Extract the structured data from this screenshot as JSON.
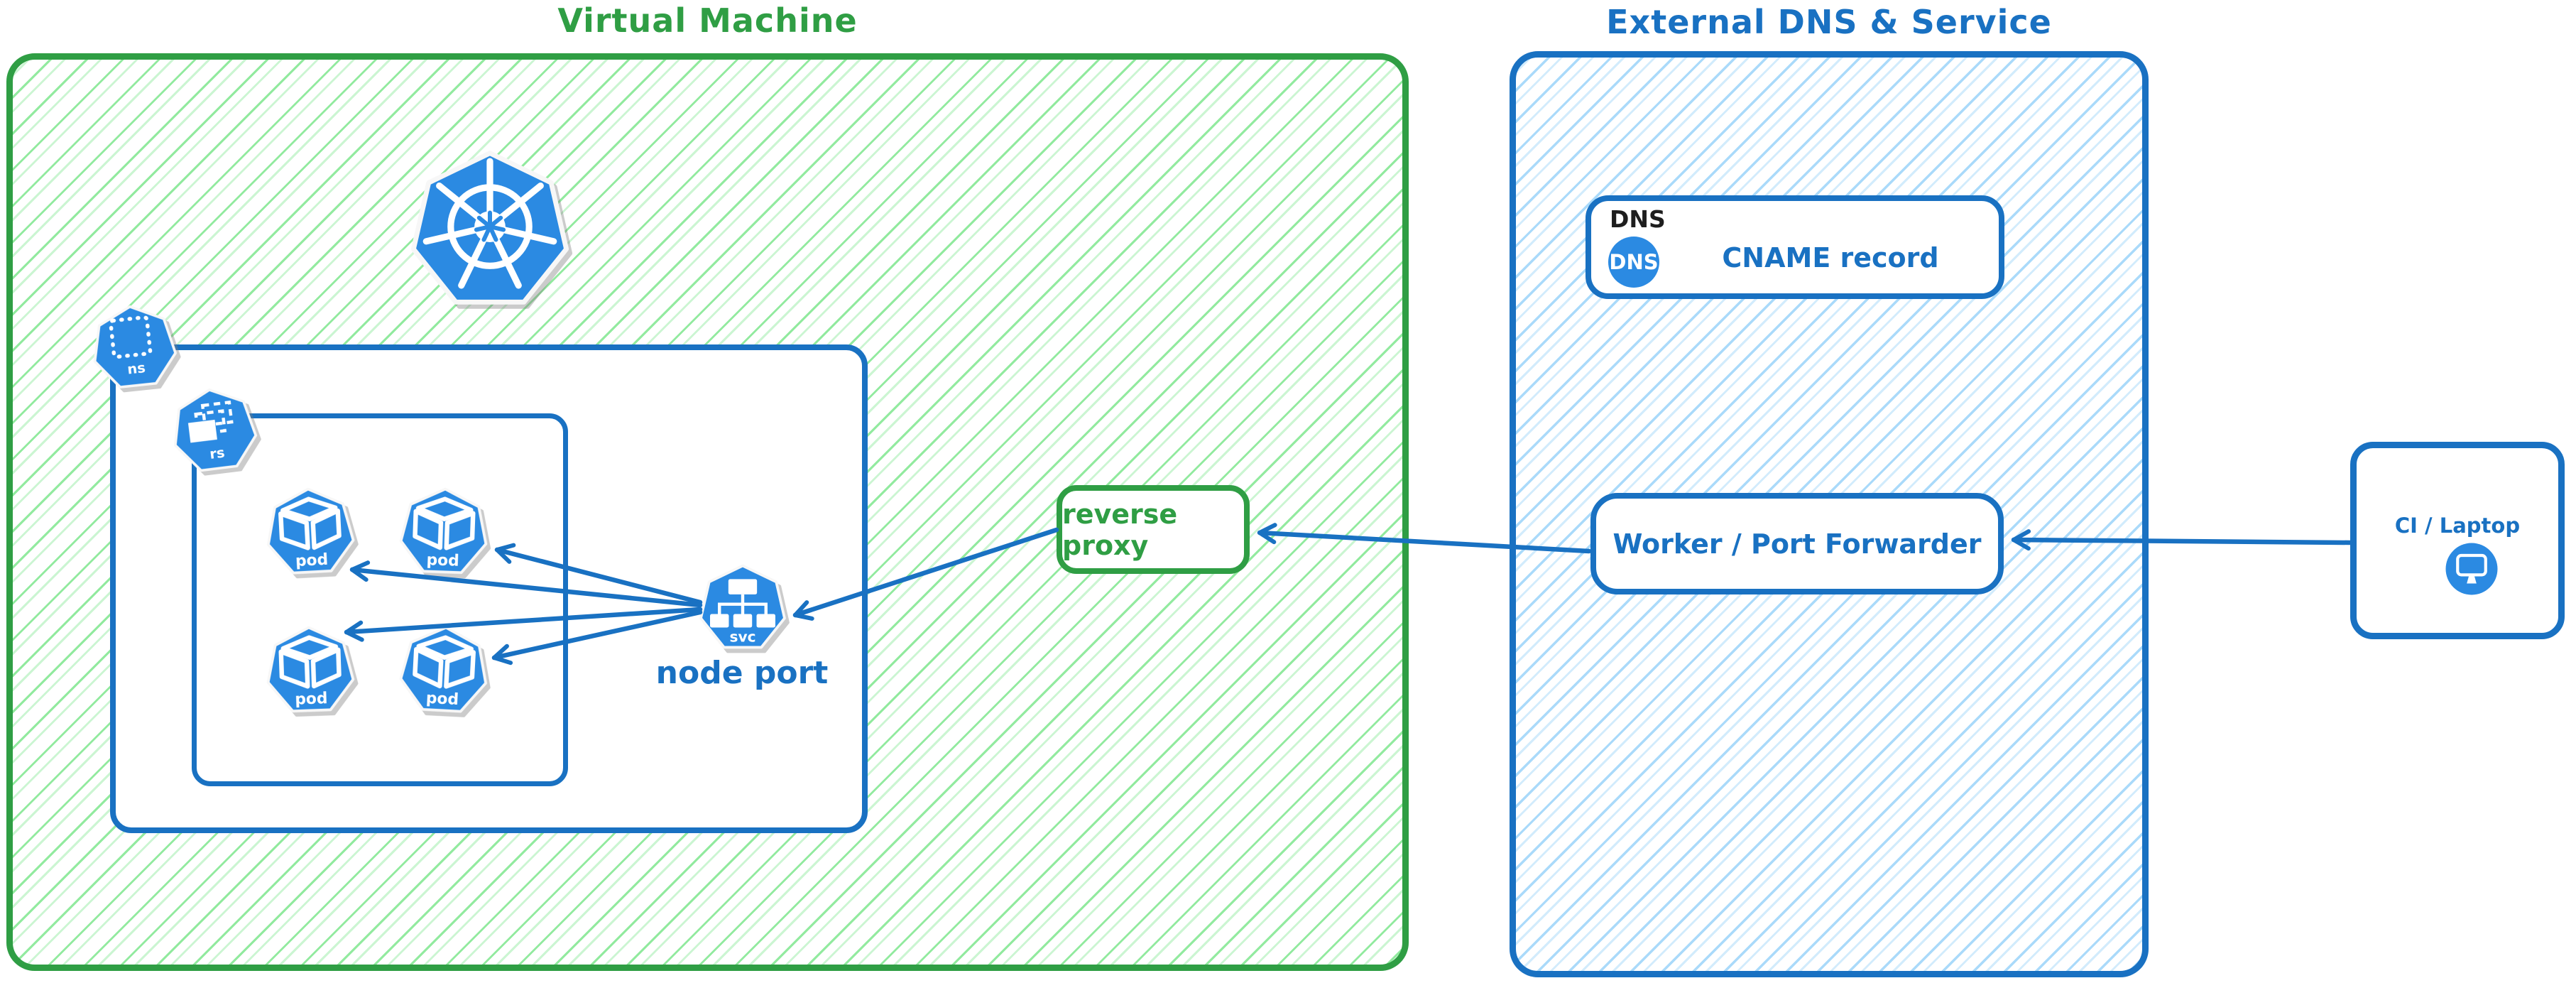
{
  "regions": {
    "vm": {
      "title": "Virtual Machine"
    },
    "external": {
      "title": "External DNS & Service"
    }
  },
  "kubernetes": {
    "namespace_badge": "ns",
    "replicaset_badge": "rs",
    "service_badge": "svc",
    "service_caption": "node port",
    "pods": [
      "pod",
      "pod",
      "pod",
      "pod"
    ]
  },
  "nodes": {
    "reverse_proxy": "reverse proxy",
    "dns": {
      "tag": "DNS",
      "icon_text": "DNS",
      "record": "CNAME record"
    },
    "worker": "Worker / Port Forwarder",
    "ci": "CI / Laptop"
  },
  "colors": {
    "green_accent": "#2f9e44",
    "green_hatch": "#8ce99a",
    "blue_accent": "#1971c2",
    "blue_hatch": "#a5d8fa",
    "icon_blue": "#2b8ae2",
    "black_text": "#1e1e1e"
  }
}
